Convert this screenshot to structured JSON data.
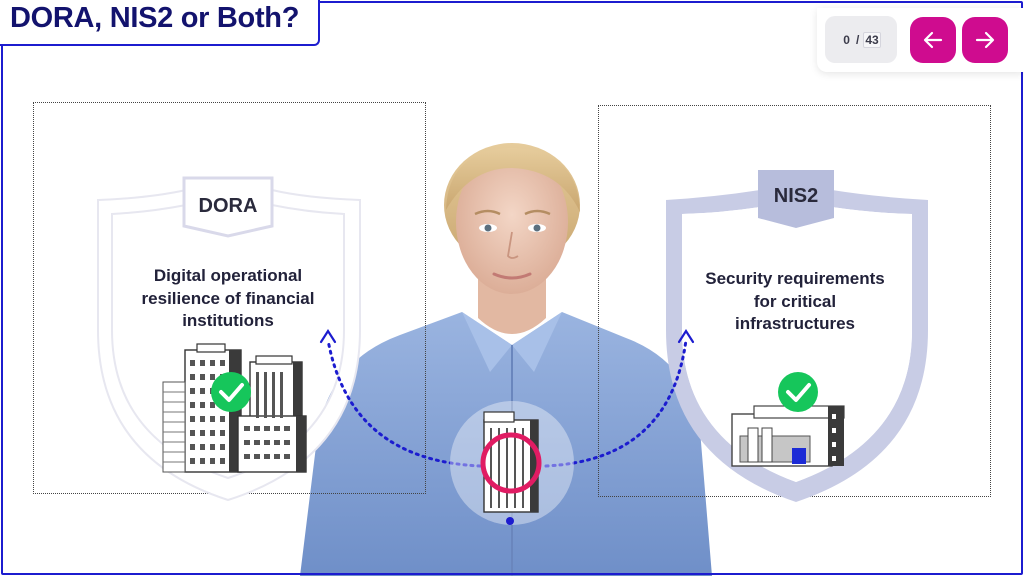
{
  "header": {
    "title": "DORA, NIS2 or Both?"
  },
  "pagination": {
    "current": "0",
    "separator": "/",
    "total": "43"
  },
  "nav": {
    "prev_icon": "arrow-left-icon",
    "next_icon": "arrow-right-icon"
  },
  "dora": {
    "badge": "DORA",
    "description": [
      "Digital operational",
      "resilience of financial",
      "institutions"
    ]
  },
  "nis2": {
    "badge": "NIS2",
    "description": [
      "Security requirements",
      "for critical",
      "infrastructures"
    ]
  },
  "colors": {
    "accent": "#cf0c8f",
    "frame": "#1c1ccf",
    "title": "#13136e",
    "check": "#16c65b",
    "shirt": "#7f9fd4",
    "target_ring": "#e01c63"
  }
}
